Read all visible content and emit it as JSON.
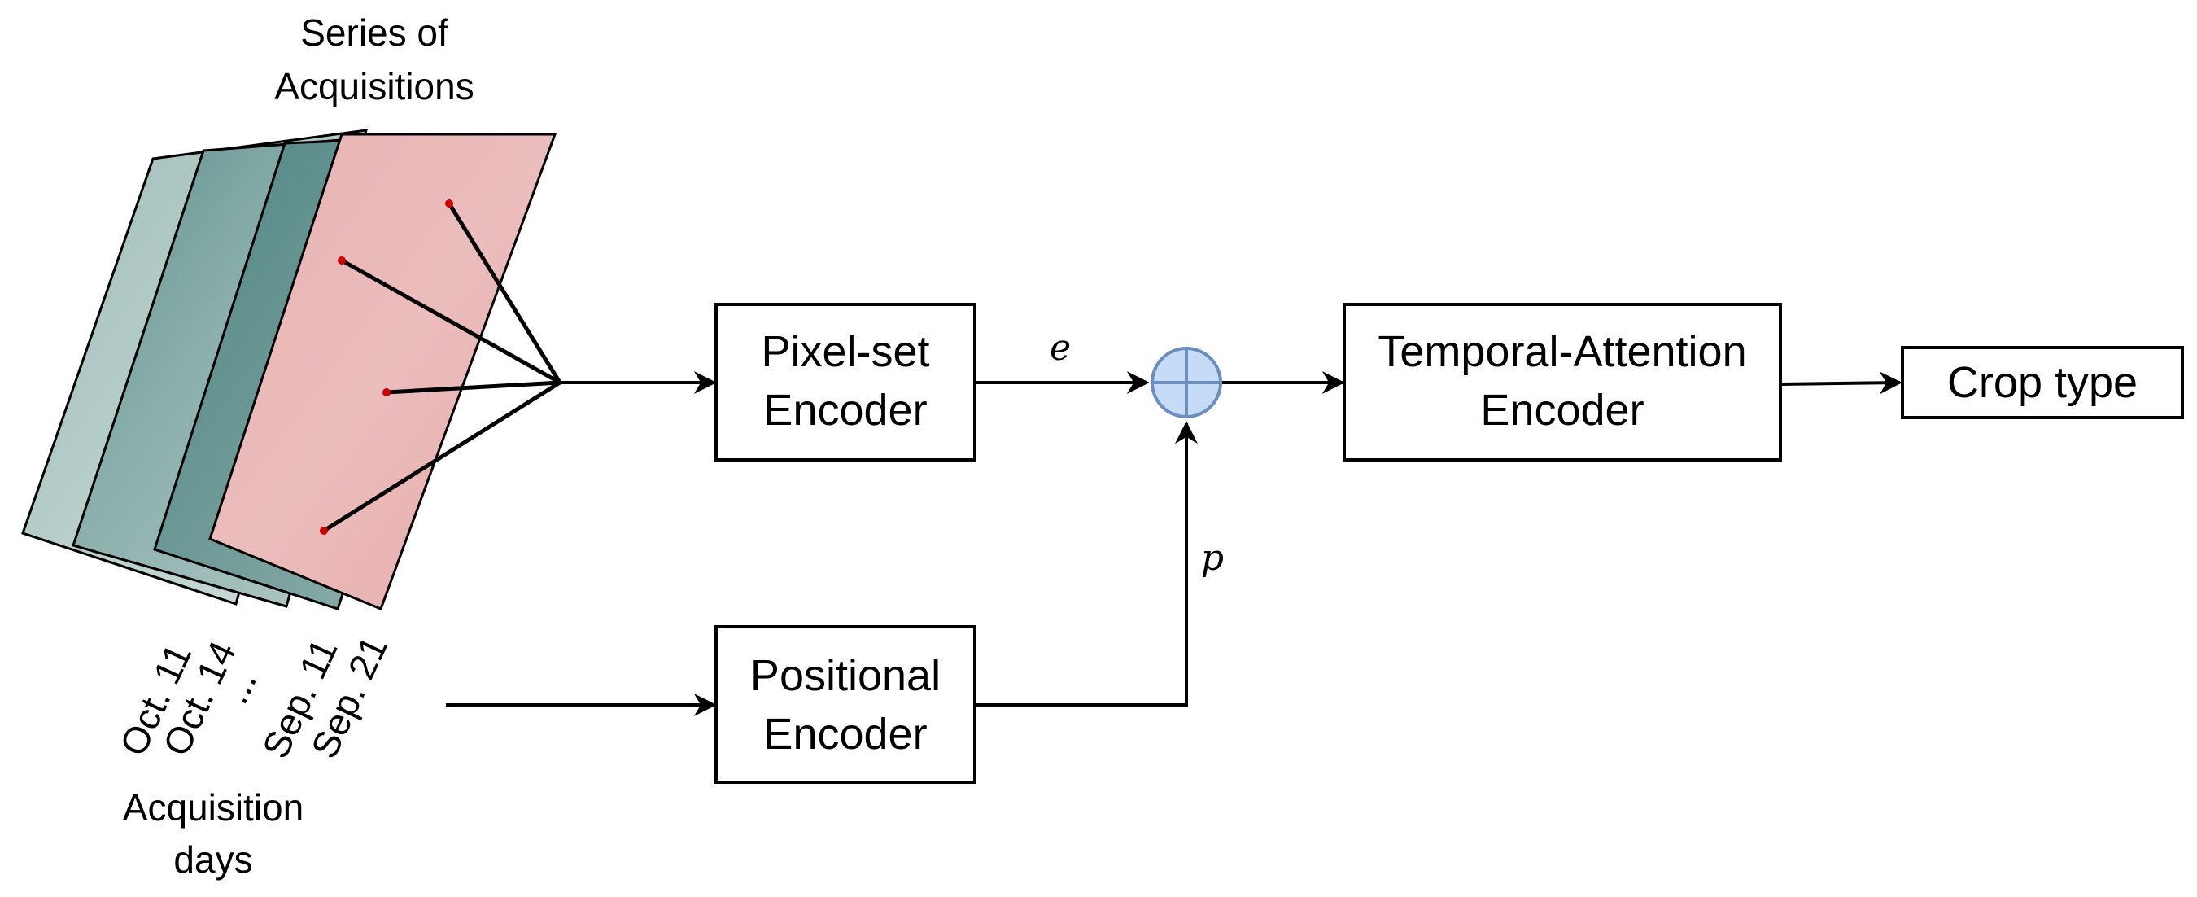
{
  "diagram": {
    "acquisitions_title": [
      "Series of",
      "Acquisitions"
    ],
    "acquisition_days_title": [
      "Acquisition",
      "days"
    ],
    "dates": [
      "Oct. 11",
      "Oct. 14",
      "...",
      "Sep. 11",
      "Sep. 21"
    ],
    "blocks": {
      "pixel_set": [
        "Pixel-set",
        "Encoder"
      ],
      "positional": [
        "Positional",
        "Encoder"
      ],
      "temporal": [
        "Temporal-Attention",
        "Encoder"
      ],
      "output": "Crop type"
    },
    "edge_labels": {
      "e": "e",
      "p": "p"
    },
    "colors": {
      "stroke": "#000000",
      "sum_fill": "#c6dbf5",
      "sum_stroke": "#6c8ebf",
      "pixel_dot": "#cc0000",
      "image_teal": "#6d9b98",
      "image_pink": "#e9b3b3"
    },
    "icons": {
      "sum": "circled-plus-icon"
    }
  }
}
